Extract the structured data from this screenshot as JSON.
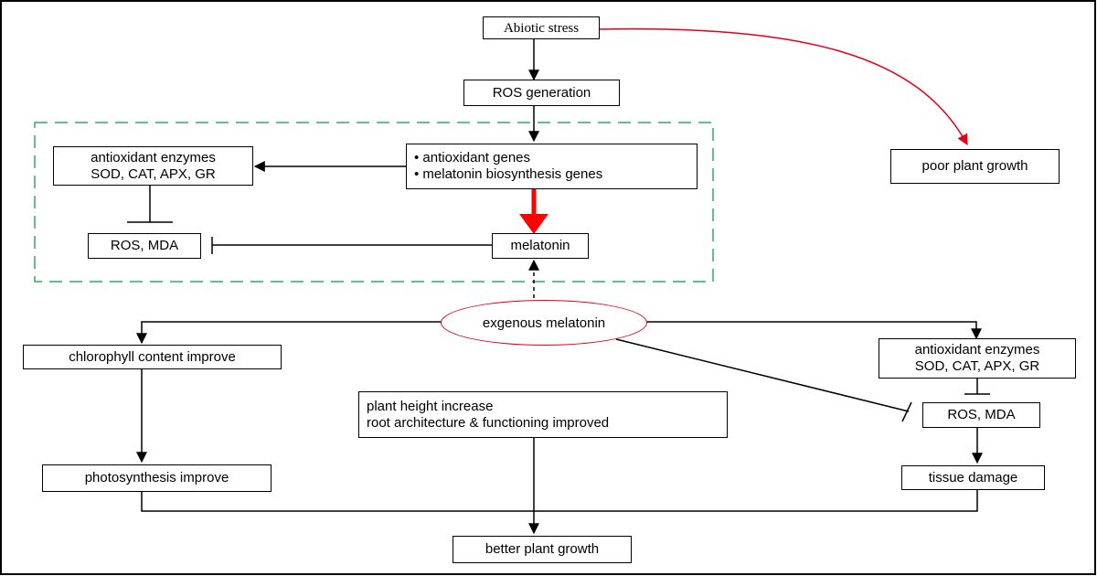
{
  "colors": {
    "stroke": "#000000",
    "stress_arrow": "#e3001b",
    "melatonin_arrow": "#ff0000",
    "ellipse_border": "#e3001b",
    "dashed_box": "#2eaa6a",
    "frame": "#000000"
  },
  "nodes": {
    "abiotic_stress": "Abiotic stress",
    "ros_generation": "ROS generation",
    "poor_growth": "poor plant growth",
    "genes": [
      "• antioxidant genes",
      "• melatonin biosynthesis genes"
    ],
    "enzymes_top": [
      "antioxidant enzymes",
      "SOD, CAT, APX, GR"
    ],
    "ros_mda_top": "ROS, MDA",
    "melatonin": "melatonin",
    "exogenous": "exgenous melatonin",
    "chlorophyll": "chlorophyll content improve",
    "height_root": [
      "plant height increase",
      "root architecture & functioning improved"
    ],
    "enzymes_right": [
      "antioxidant enzymes",
      "SOD, CAT, APX, GR"
    ],
    "ros_mda_right": "ROS, MDA",
    "photosynthesis": "photosynthesis improve",
    "tissue_damage": "tissue damage",
    "better_growth": "better plant growth"
  }
}
